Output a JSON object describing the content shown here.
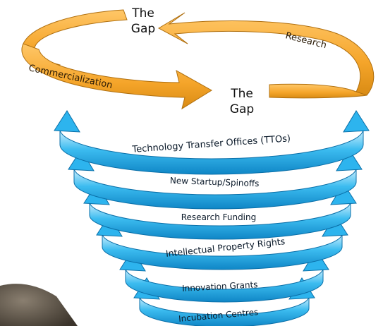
{
  "orange_loop": {
    "labels": {
      "commercialization": "Commercialization",
      "research": "Research"
    },
    "gap_top": [
      "The",
      "Gap"
    ],
    "gap_middle": [
      "The",
      "Gap"
    ]
  },
  "blue_rings": [
    "Technology Transfer Offices (TTOs)",
    "New Startup/Spinoffs",
    "Research Funding",
    "Intellectual Property Rights",
    "Innovation Grants",
    "Incubation Centres"
  ],
  "colors": {
    "orange": "#f5a52a",
    "orange_dark": "#c97d10",
    "blue": "#2db4ee",
    "blue_dark": "#0a6fa8",
    "blue_light": "#bfe9fb"
  }
}
